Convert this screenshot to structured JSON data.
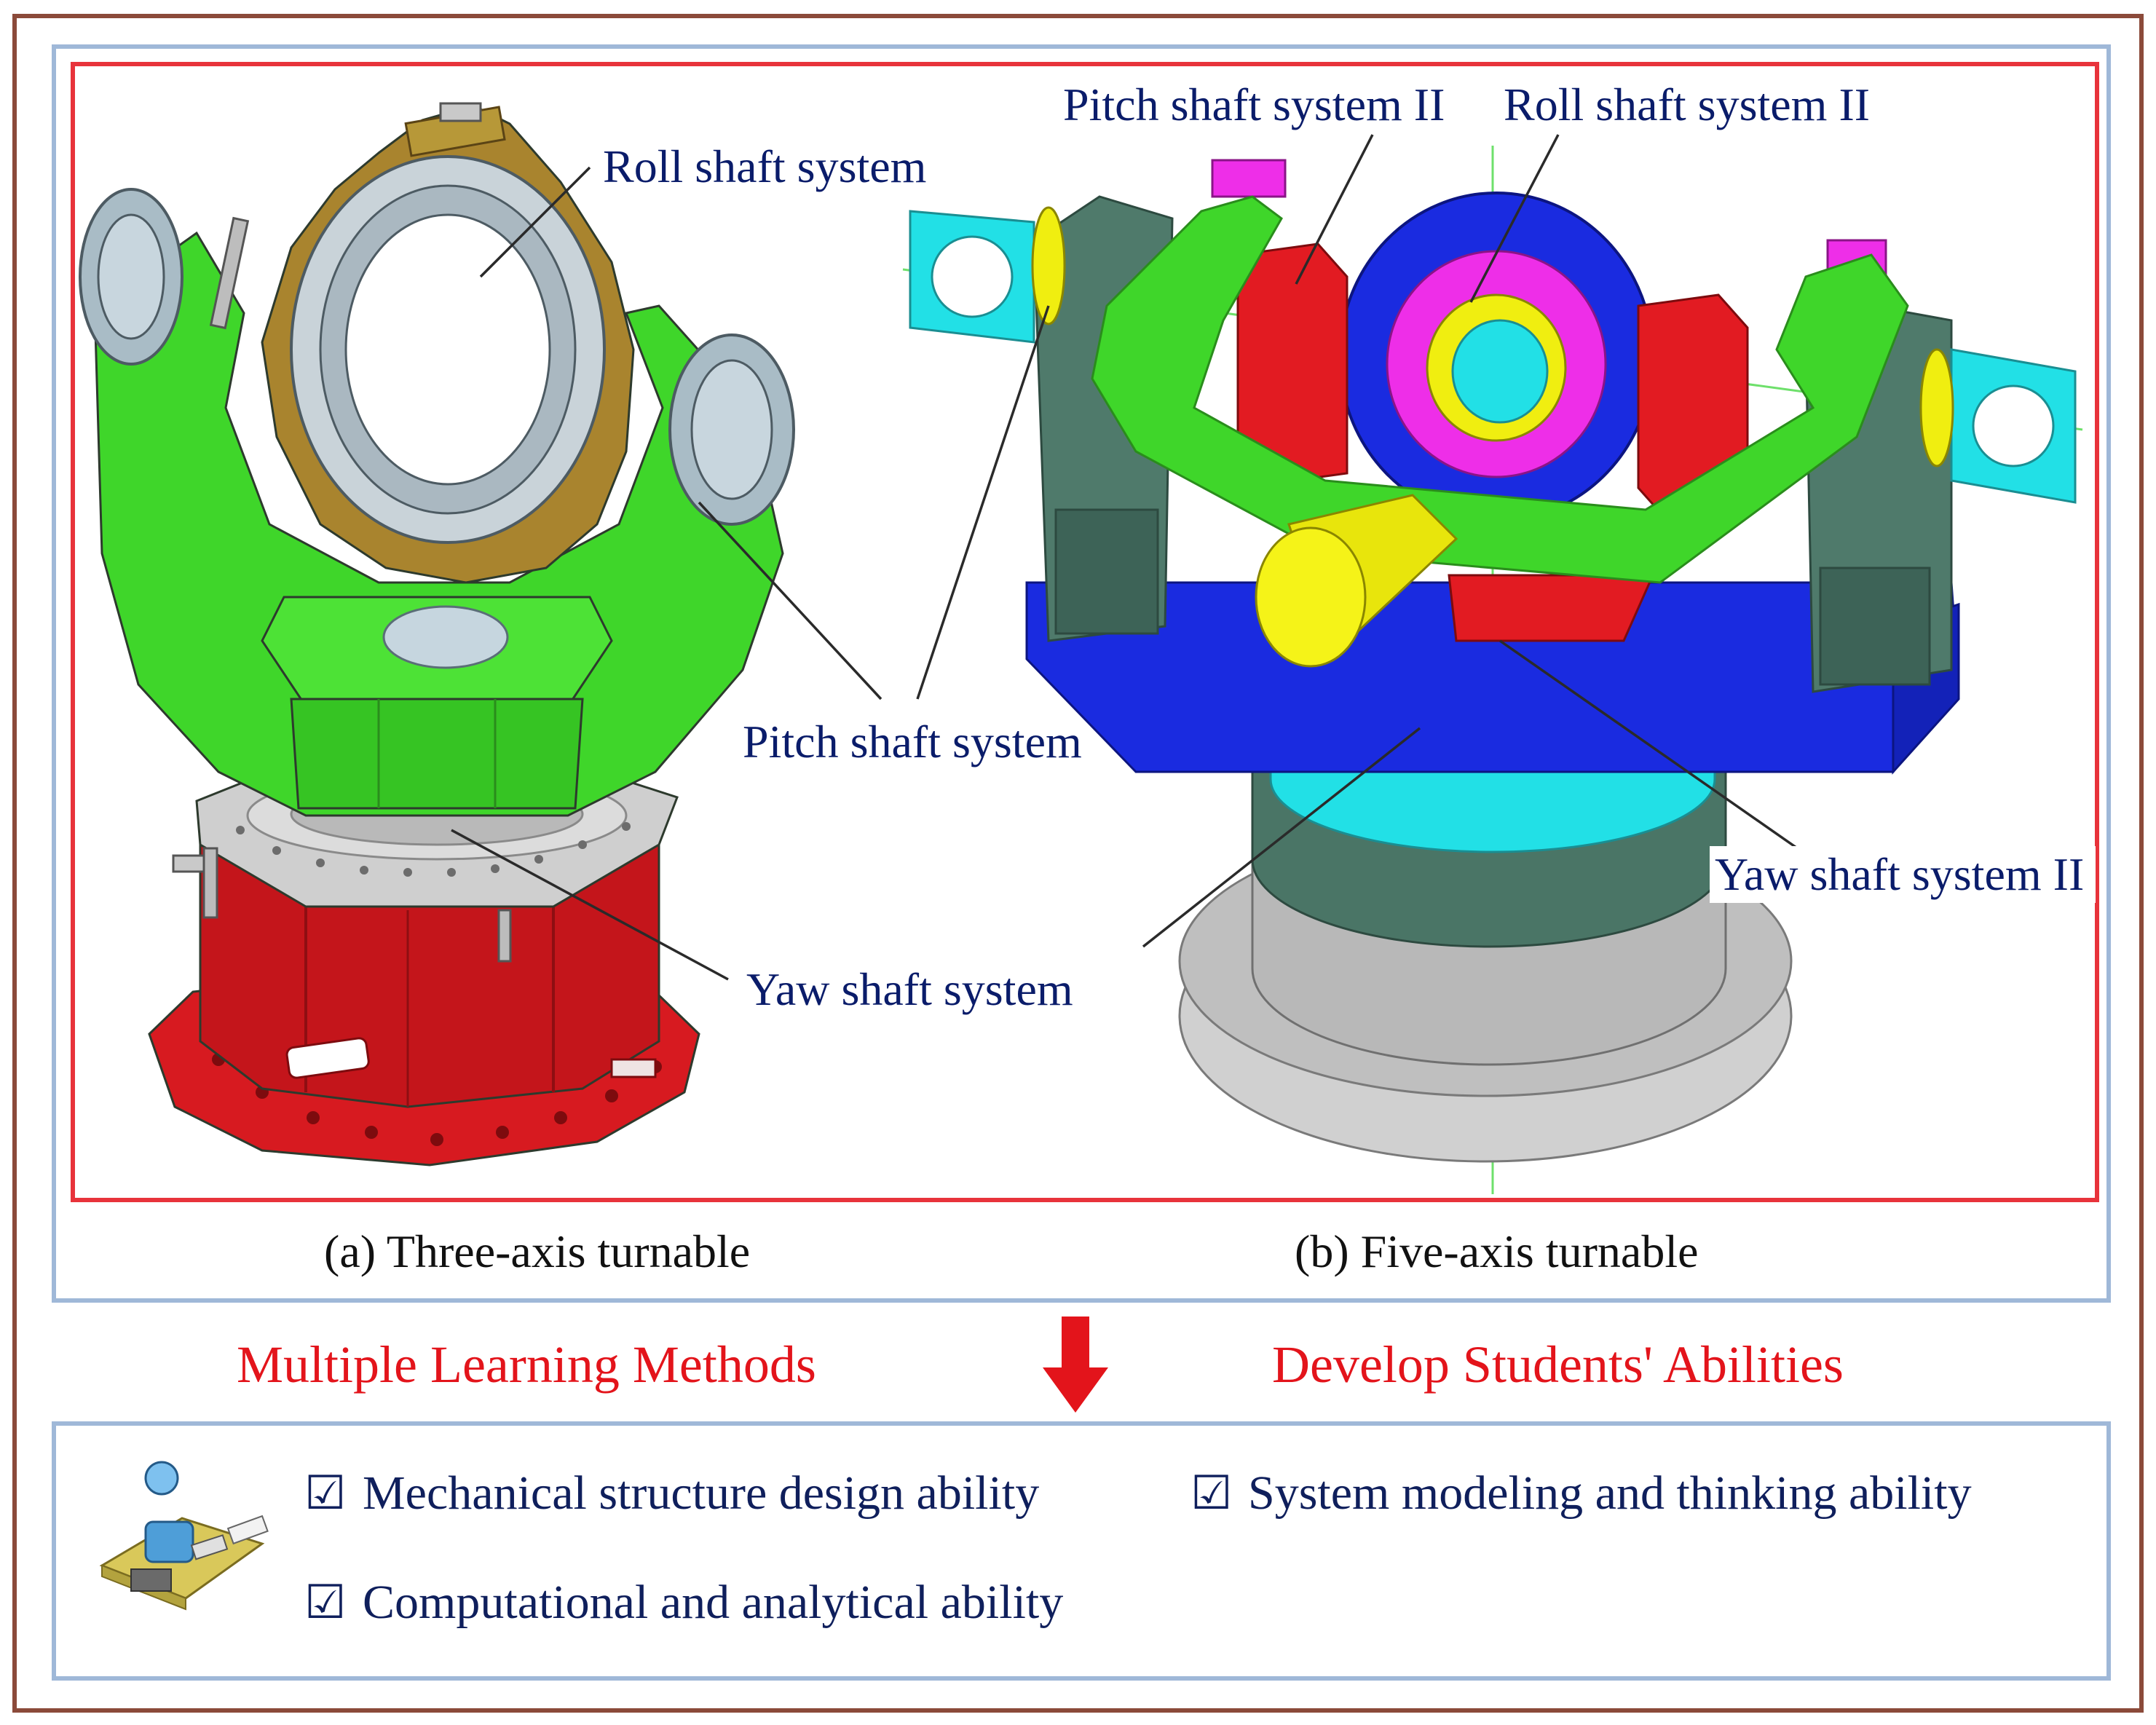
{
  "figure": {
    "panel_a": {
      "caption": "(a) Three-axis turnable",
      "labels": {
        "roll": "Roll shaft system",
        "pitch": "Pitch shaft system",
        "yaw": "Yaw shaft system"
      }
    },
    "panel_b": {
      "caption": "(b) Five-axis turnable",
      "labels": {
        "pitch2": "Pitch shaft system II",
        "roll2": "Roll shaft system II",
        "yaw2": "Yaw shaft system II"
      }
    },
    "middle": {
      "left_text": "Multiple Learning Methods",
      "right_text": "Develop Students' Abilities"
    },
    "abilities": {
      "checkbox_glyph": "☑",
      "items": [
        "Mechanical structure design ability",
        "System modeling and thinking ability",
        "Computational and analytical ability"
      ]
    },
    "colors": {
      "outer_border": "#8b4a3a",
      "frame_blue": "#9fb8d8",
      "frame_red": "#e8333b",
      "accent_red": "#e3141b",
      "green": "#3fd62a",
      "dark_red": "#c4151b",
      "bronze": "#a9842e",
      "blue": "#1a2be0",
      "cyan": "#22e0e6",
      "yellow": "#f0ee10",
      "magenta": "#ee2ee8",
      "slate": "#4f7a6b",
      "grey": "#c9c9c9"
    }
  }
}
